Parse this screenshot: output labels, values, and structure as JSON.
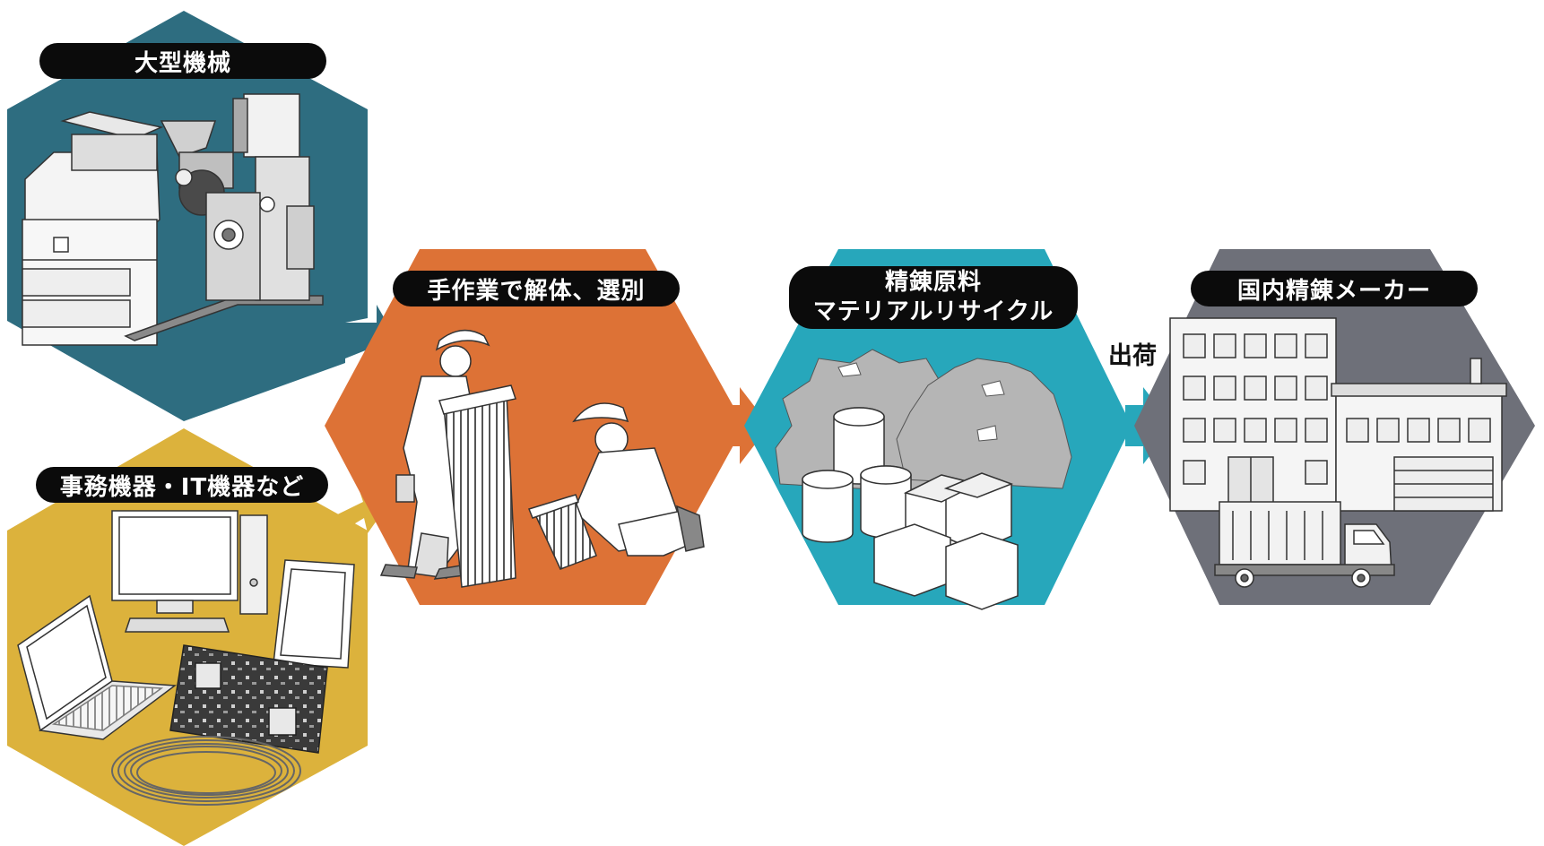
{
  "stages": {
    "large_machines": {
      "label": "大型機械",
      "color": "#2e6d80"
    },
    "office_it": {
      "label": "事務機器・IT機器など",
      "color": "#dcb23c"
    },
    "manual": {
      "label": "手作業で解体、選別",
      "color": "#dd7236"
    },
    "refining": {
      "line1": "精錬原料",
      "line2": "マテリアルリサイクル",
      "color": "#27a7bb"
    },
    "maker": {
      "label": "国内精錬メーカー",
      "color": "#6e7079"
    }
  },
  "shipping_label": "出荷",
  "icons": [
    "multifunction-printer",
    "industrial-machine",
    "desktop-computer",
    "laptop",
    "tablet",
    "circuit-board",
    "cable-coil",
    "worker",
    "crouching-worker",
    "material-piles",
    "drums",
    "boxes",
    "factory-building",
    "truck"
  ]
}
